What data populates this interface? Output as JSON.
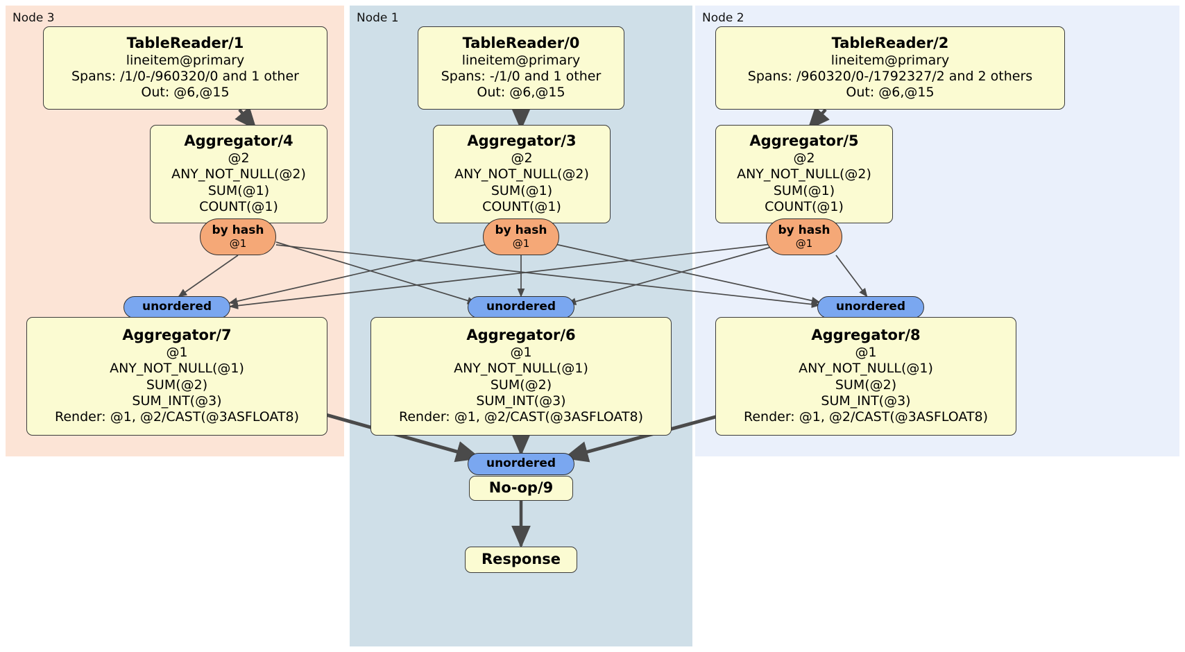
{
  "diagram": {
    "kind": "distributed-query-plan",
    "colors": {
      "node3_panel": "#fce4d6",
      "node1_panel": "#cfdfe8",
      "node2_panel": "#eaf0fb",
      "processor_box": "#fbfbd2",
      "hash_router": "#f5a877",
      "unordered_synchronizer": "#7aa7f0",
      "edge": "#4a4a4a",
      "border": "#3a3a3a"
    }
  },
  "clusters": [
    {
      "id": "node3",
      "label": "Node 3"
    },
    {
      "id": "node1",
      "label": "Node 1"
    },
    {
      "id": "node2",
      "label": "Node 2"
    }
  ],
  "processors": {
    "tablereader1": {
      "title": "TableReader/1",
      "lines": [
        "lineitem@primary",
        "Spans: /1/0-/960320/0 and 1 other",
        "Out: @6,@15"
      ]
    },
    "tablereader0": {
      "title": "TableReader/0",
      "lines": [
        "lineitem@primary",
        "Spans: -/1/0 and 1 other",
        "Out: @6,@15"
      ]
    },
    "tablereader2": {
      "title": "TableReader/2",
      "lines": [
        "lineitem@primary",
        "Spans: /960320/0-/1792327/2 and 2 others",
        "Out: @6,@15"
      ]
    },
    "aggregator4": {
      "title": "Aggregator/4",
      "lines": [
        "@2",
        "ANY_NOT_NULL(@2)",
        "SUM(@1)",
        "COUNT(@1)"
      ]
    },
    "aggregator3": {
      "title": "Aggregator/3",
      "lines": [
        "@2",
        "ANY_NOT_NULL(@2)",
        "SUM(@1)",
        "COUNT(@1)"
      ]
    },
    "aggregator5": {
      "title": "Aggregator/5",
      "lines": [
        "@2",
        "ANY_NOT_NULL(@2)",
        "SUM(@1)",
        "COUNT(@1)"
      ]
    },
    "aggregator7": {
      "title": "Aggregator/7",
      "lines": [
        "@1",
        "ANY_NOT_NULL(@1)",
        "SUM(@2)",
        "SUM_INT(@3)",
        "Render: @1, @2/CAST(@3ASFLOAT8)"
      ]
    },
    "aggregator6": {
      "title": "Aggregator/6",
      "lines": [
        "@1",
        "ANY_NOT_NULL(@1)",
        "SUM(@2)",
        "SUM_INT(@3)",
        "Render: @1, @2/CAST(@3ASFLOAT8)"
      ]
    },
    "aggregator8": {
      "title": "Aggregator/8",
      "lines": [
        "@1",
        "ANY_NOT_NULL(@1)",
        "SUM(@2)",
        "SUM_INT(@3)",
        "Render: @1, @2/CAST(@3ASFLOAT8)"
      ]
    },
    "noop9": {
      "title": "No-op/9",
      "lines": []
    },
    "response": {
      "title": "Response",
      "lines": []
    }
  },
  "routers": {
    "hash4": {
      "label": "by hash",
      "sublabel": "@1"
    },
    "hash3": {
      "label": "by hash",
      "sublabel": "@1"
    },
    "hash5": {
      "label": "by hash",
      "sublabel": "@1"
    },
    "sync7": {
      "label": "unordered",
      "sublabel": ""
    },
    "sync6": {
      "label": "unordered",
      "sublabel": ""
    },
    "sync8": {
      "label": "unordered",
      "sublabel": ""
    },
    "sync9": {
      "label": "unordered",
      "sublabel": ""
    }
  }
}
